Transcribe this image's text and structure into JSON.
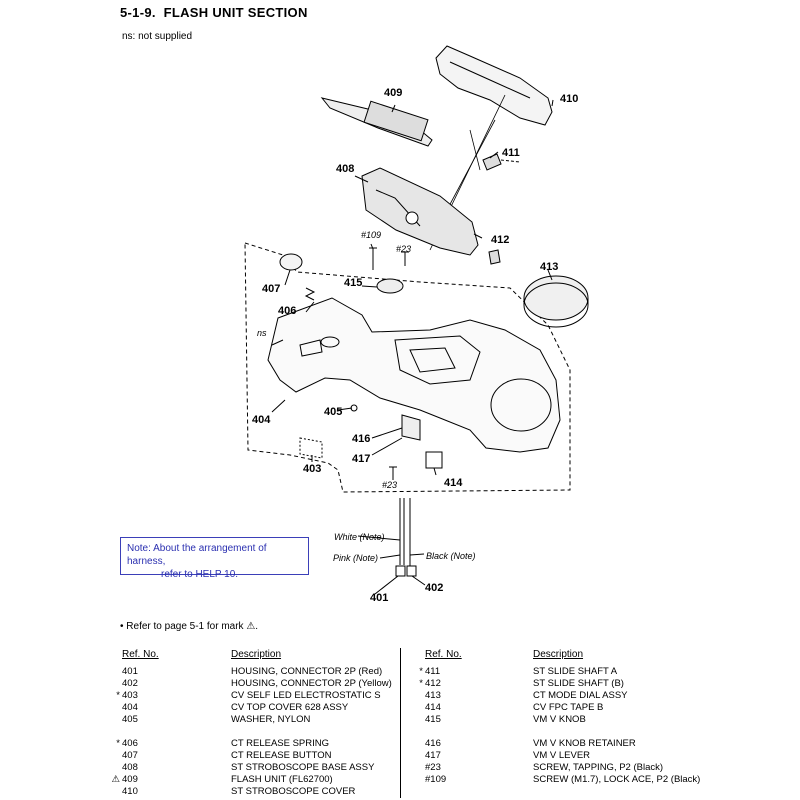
{
  "header": {
    "title": "5-1-9.  FLASH UNIT SECTION",
    "ns_note": "ns: not supplied"
  },
  "callouts": [
    "409",
    "410",
    "411",
    "408",
    "#109",
    "#23",
    "412",
    "413",
    "407",
    "415",
    "406",
    "ns",
    "404",
    "405",
    "416",
    "417",
    "403",
    "#23",
    "414",
    "401",
    "402"
  ],
  "wire_labels": {
    "white": "White (Note)",
    "pink": "Pink (Note)",
    "black": "Black (Note)"
  },
  "help_note": {
    "line1": "Note:  About the arrangement of harness,",
    "line2": "refer to HELP 10."
  },
  "refer_note": "• Refer to page 5-1 for mark ⚠.",
  "table": {
    "col_ref": "Ref. No.",
    "col_desc": "Description",
    "left": [
      {
        "mark": "",
        "ref": "401",
        "desc": "HOUSING, CONNECTOR 2P (Red)"
      },
      {
        "mark": "",
        "ref": "402",
        "desc": "HOUSING, CONNECTOR 2P (Yellow)"
      },
      {
        "mark": "*",
        "ref": "403",
        "desc": "CV SELF LED ELECTROSTATIC S"
      },
      {
        "mark": "",
        "ref": "404",
        "desc": "CV TOP COVER 628 ASSY"
      },
      {
        "mark": "",
        "ref": "405",
        "desc": "WASHER, NYLON"
      },
      {
        "mark": "*",
        "ref": "406",
        "desc": "CT RELEASE SPRING"
      },
      {
        "mark": "",
        "ref": "407",
        "desc": "CT RELEASE BUTTON"
      },
      {
        "mark": "",
        "ref": "408",
        "desc": "ST STROBOSCOPE BASE ASSY"
      },
      {
        "mark": "⚠",
        "ref": "409",
        "desc": "FLASH UNIT (FL62700)"
      },
      {
        "mark": "",
        "ref": "410",
        "desc": "ST STROBOSCOPE COVER"
      }
    ],
    "right": [
      {
        "mark": "*",
        "ref": "411",
        "desc": "ST SLIDE SHAFT A"
      },
      {
        "mark": "*",
        "ref": "412",
        "desc": "ST SLIDE SHAFT (B)"
      },
      {
        "mark": "",
        "ref": "413",
        "desc": "CT MODE DIAL ASSY"
      },
      {
        "mark": "",
        "ref": "414",
        "desc": "CV FPC TAPE B"
      },
      {
        "mark": "",
        "ref": "415",
        "desc": "VM V KNOB"
      },
      {
        "mark": "",
        "ref": "416",
        "desc": "VM V KNOB RETAINER"
      },
      {
        "mark": "",
        "ref": "417",
        "desc": "VM V LEVER"
      },
      {
        "mark": "",
        "ref": "#23",
        "desc": "SCREW, TAPPING, P2 (Black)"
      },
      {
        "mark": "",
        "ref": "#109",
        "desc": "SCREW (M1.7), LOCK ACE, P2 (Black)"
      },
      {
        "mark": "",
        "ref": "",
        "desc": ""
      }
    ]
  }
}
